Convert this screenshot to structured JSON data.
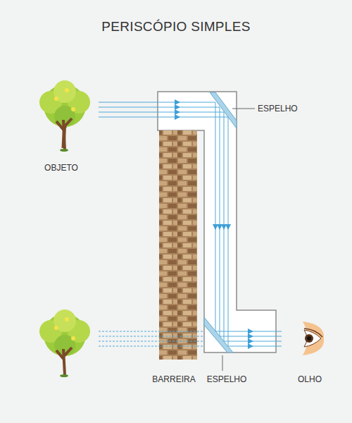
{
  "diagram": {
    "title": "PERISCÓPIO SIMPLES",
    "labels": [
      "ESPELHO",
      "OBJETO",
      "BARREIRA",
      "ESPELHO",
      "OLHO"
    ]
  }
}
